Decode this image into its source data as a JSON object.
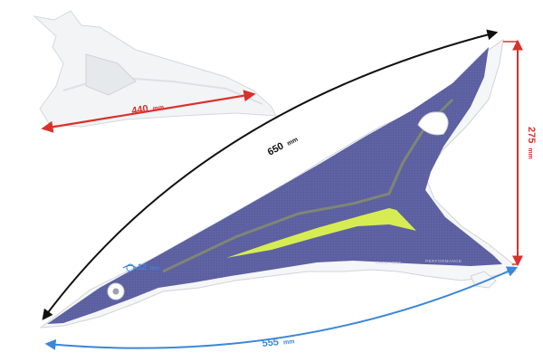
{
  "dimensions": {
    "small_part_width": {
      "value": "440",
      "unit": "mm",
      "color": "#d9312b"
    },
    "total_length": {
      "value": "650",
      "unit": "mm",
      "color": "#111111"
    },
    "height": {
      "value": "275",
      "unit": "mm",
      "color": "#d9312b"
    },
    "bottom_width": {
      "value": "555",
      "unit": "mm",
      "color": "#3b87d8"
    },
    "hole_diameter": {
      "value": "12",
      "unit": "mm",
      "color": "#3b87d8"
    }
  },
  "decal": {
    "brand_text_left": "RACETORS",
    "brand_text_right": "PERFORMANCE",
    "colors": {
      "base": "#5b5fa0",
      "accent": "#d7ec52",
      "stripe": "#8a8f6a",
      "plastic": "#f4f6f8"
    }
  },
  "icons": [
    "dimension-arrow-icon",
    "hole-marker-icon"
  ]
}
